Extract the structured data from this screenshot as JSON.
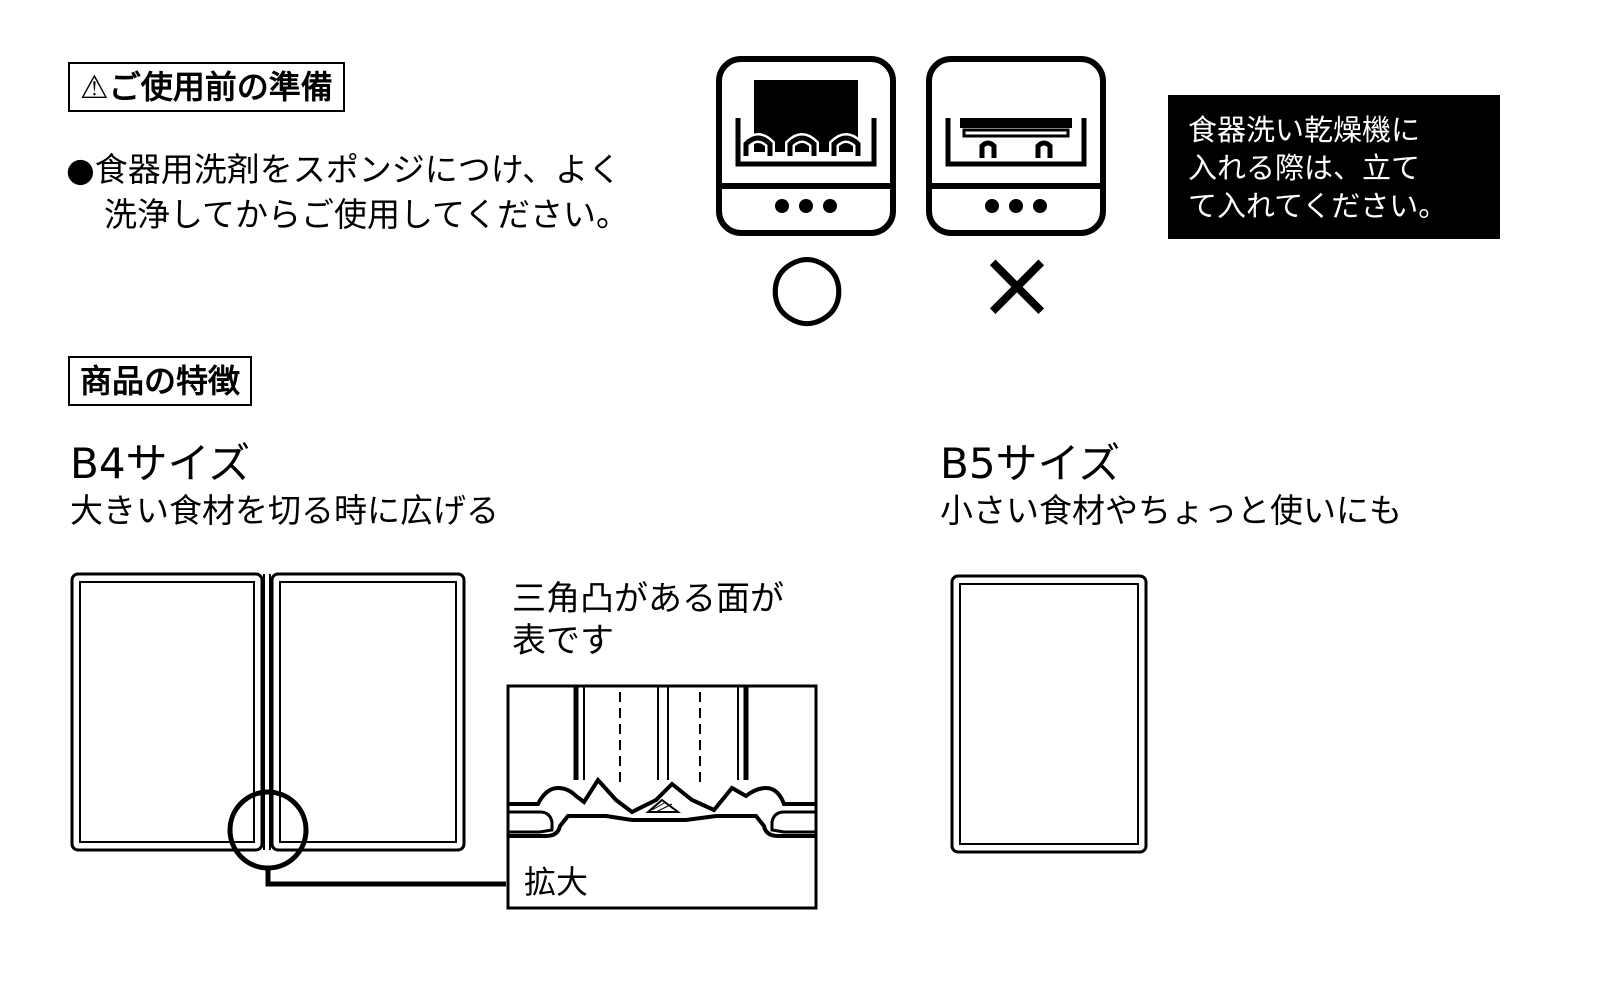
{
  "prep": {
    "title": "ご使用前の準備",
    "bullet_line1": "●食器用洗剤をスポンジにつけ、よく",
    "bullet_line2": "洗浄してからご使用してください。"
  },
  "dishwasher": {
    "ok_mark": "○",
    "ng_mark": "×",
    "notice_line1": "食器洗い乾燥機に",
    "notice_line2": "入れる際は、立て",
    "notice_line3": "て入れてください。"
  },
  "features": {
    "title": "商品の特徴",
    "b4": {
      "title": "B4サイズ",
      "desc": "大きい食材を切る時に広げる"
    },
    "b5": {
      "title": "B5サイズ",
      "desc": "小さい食材やちょっと使いにも"
    },
    "note_line1": "三角凸がある面が",
    "note_line2": "表です",
    "zoom_label": "拡大"
  }
}
